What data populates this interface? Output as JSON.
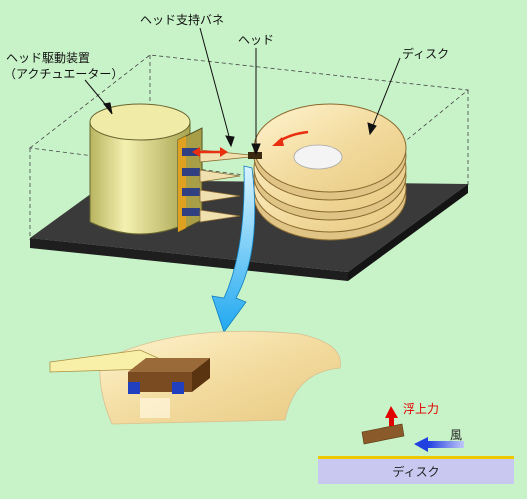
{
  "labels": {
    "actuator_line1": "ヘッド駆動装置",
    "actuator_line2": "（アクチュエーター）",
    "head_spring": "ヘッド支持バネ",
    "head": "ヘッド",
    "disk": "ディスク"
  },
  "inset": {
    "lift_label": "浮上力",
    "wind_label": "風",
    "disk_label": "ディスク"
  },
  "colors": {
    "background": "#c8f2c8",
    "disk_wood": "#f3dca0",
    "actuator": "#d8d490",
    "base_plate": "#2c2c2c",
    "arrow_red": "#e83010",
    "lift_text": "#e00000",
    "wind_arrow": "#3050e0",
    "callout_blue": "#30b0f0",
    "inset_disk": "#c8c8f0",
    "inset_disk_edge": "#f0c800"
  }
}
